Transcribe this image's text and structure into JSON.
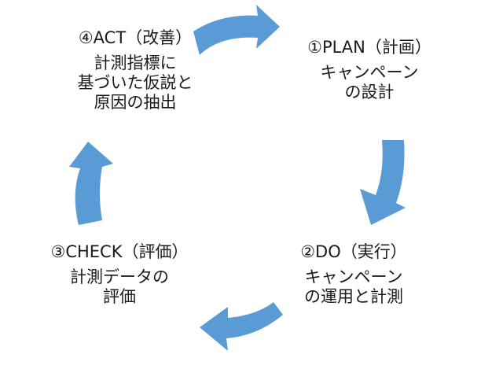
{
  "cycle": {
    "plan": {
      "title": "①PLAN（計画）",
      "desc": [
        "キャンペーン",
        "の設計"
      ]
    },
    "do": {
      "title": "②DO（実行）",
      "desc": [
        "キャンペーン",
        "の運用と計測"
      ]
    },
    "check": {
      "title": "③CHECK（評価）",
      "desc": [
        "計測データの",
        "評価"
      ]
    },
    "act": {
      "title": "④ACT（改善）",
      "desc": [
        "計測指標に",
        "基づいた仮説と",
        "原因の抽出"
      ]
    }
  },
  "colors": {
    "arrow": "#5b9bd5",
    "text": "#1a1a1a",
    "background": "#ffffff"
  }
}
